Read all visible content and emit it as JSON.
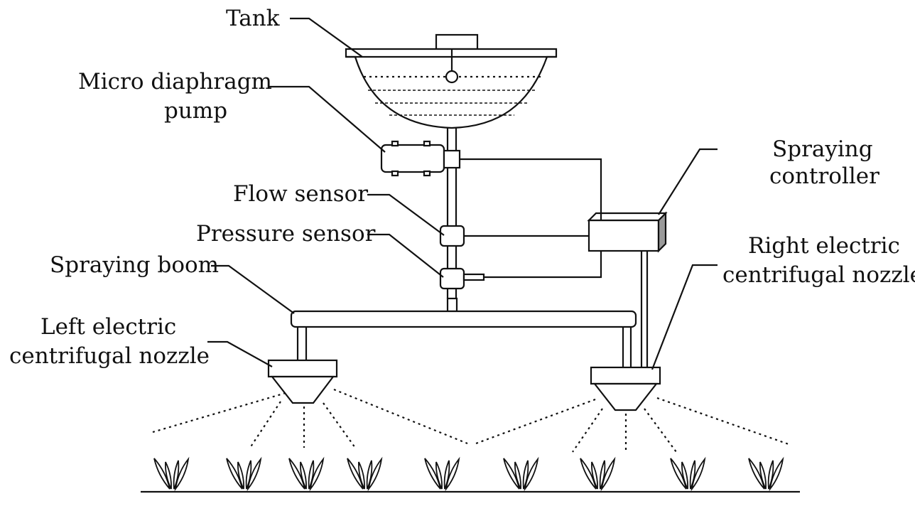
{
  "labels": {
    "tank": "Tank",
    "pump_line1": "Micro diaphragm",
    "pump_line2": "pump",
    "flow_sensor": "Flow sensor",
    "pressure_sensor": "Pressure sensor",
    "spraying_boom": "Spraying boom",
    "left_nozzle_line1": "Left electric",
    "left_nozzle_line2": "centrifugal nozzle",
    "controller_line1": "Spraying",
    "controller_line2": "controller",
    "right_nozzle_line1": "Right electric",
    "right_nozzle_line2": "centrifugal nozzle"
  },
  "plant_count": 9,
  "colors": {
    "line": "#111111",
    "controller_side": "#9a9a9a",
    "background": "#ffffff"
  }
}
